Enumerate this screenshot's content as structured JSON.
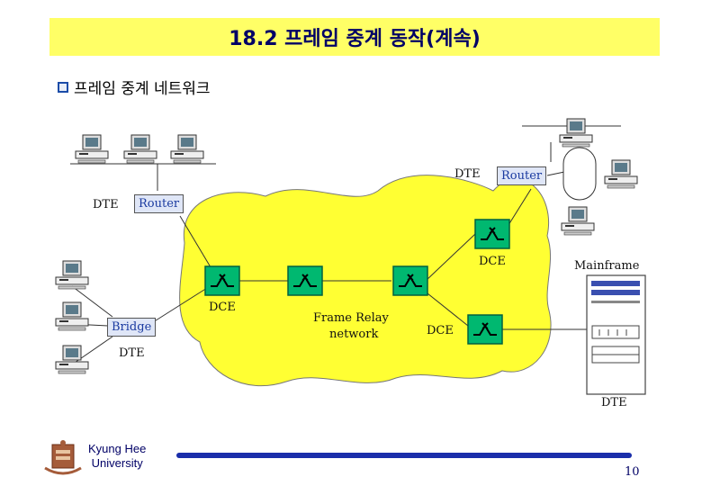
{
  "slide": {
    "title": "18.2 프레임 중계 동작(계속)",
    "bullet": "프레임 중계 네트워크",
    "page_number": "10",
    "university_line1": "Kyung Hee",
    "university_line2": "University"
  },
  "diagram": {
    "router_left": "Router",
    "router_right": "Router",
    "bridge": "Bridge",
    "dte_router_left": "DTE",
    "dte_router_right": "DTE",
    "dte_bridge": "DTE",
    "dte_mainframe": "DTE",
    "mainframe": "Mainframe",
    "dce_left": "DCE",
    "dce_top_right": "DCE",
    "dce_bottom_right": "DCE",
    "network_line1": "Frame Relay",
    "network_line2": "network"
  },
  "colors": {
    "cloud": "#ffff33",
    "title_bar": "#ffff66",
    "switch_fill": "#00b870",
    "box_fill": "#dfe6f7"
  }
}
